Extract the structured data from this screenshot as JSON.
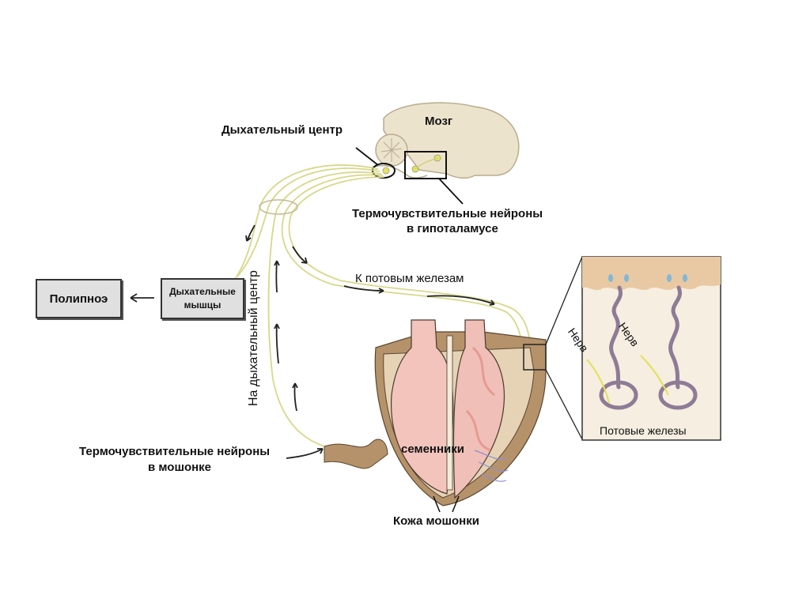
{
  "labels": {
    "brain": "Мозг",
    "respiratory_center": "Дыхательный центр",
    "hypothalamus_neurons_line1": "Термочувствительные нейроны",
    "hypothalamus_neurons_line2": "в гипоталамусе",
    "polypnea": "Полипноэ",
    "respiratory_muscles_line1": "Дыхательные",
    "respiratory_muscles_line2": "мышцы",
    "to_respiratory_center": "На дыхательный центр",
    "to_sweat_glands": "К потовым железам",
    "scrotal_neurons_line1": "Термочувствительные нейроны",
    "scrotal_neurons_line2": "в мошонке",
    "testes": "семенники",
    "scrotal_skin": "Кожа мошонки",
    "nerve_1": "Нерв",
    "nerve_2": "Нерв",
    "sweat_glands": "Потовые железы"
  },
  "colors": {
    "nerve": "#d8d88a",
    "brain": "#ece3cc",
    "testis": "#f2c4bc",
    "scrotum": "#b5926a",
    "skin_inset": "#e8c9a3",
    "gland": "#8e7b96",
    "box": "#e0e0e0"
  }
}
